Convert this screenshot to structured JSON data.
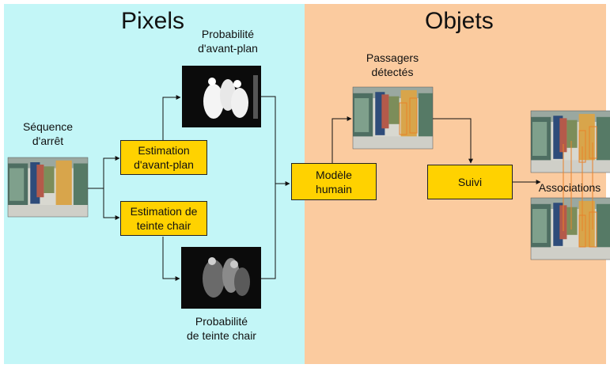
{
  "sections": {
    "pixels_title": "Pixels",
    "objets_title": "Objets"
  },
  "labels": {
    "sequence": [
      "Séquence",
      "d'arrêt"
    ],
    "prob_foreground": [
      "Probabilité",
      "d'avant-plan"
    ],
    "prob_skin": [
      "Probabilité",
      "de teinte chair"
    ],
    "passagers": [
      "Passagers",
      "détectés"
    ],
    "associations": "Associations"
  },
  "boxes": {
    "estimation_avant_plan": [
      "Estimation",
      "d'avant-plan"
    ],
    "estimation_teinte": [
      "Estimation de",
      "teinte chair"
    ],
    "modele_humain": [
      "Modèle",
      "humain"
    ],
    "suivi": "Suivi"
  },
  "colors": {
    "pixels_bg": "#c3f6f7",
    "objets_bg": "#fbcb9f",
    "box_fill": "#ffd200",
    "association_line": "#e8822a"
  }
}
